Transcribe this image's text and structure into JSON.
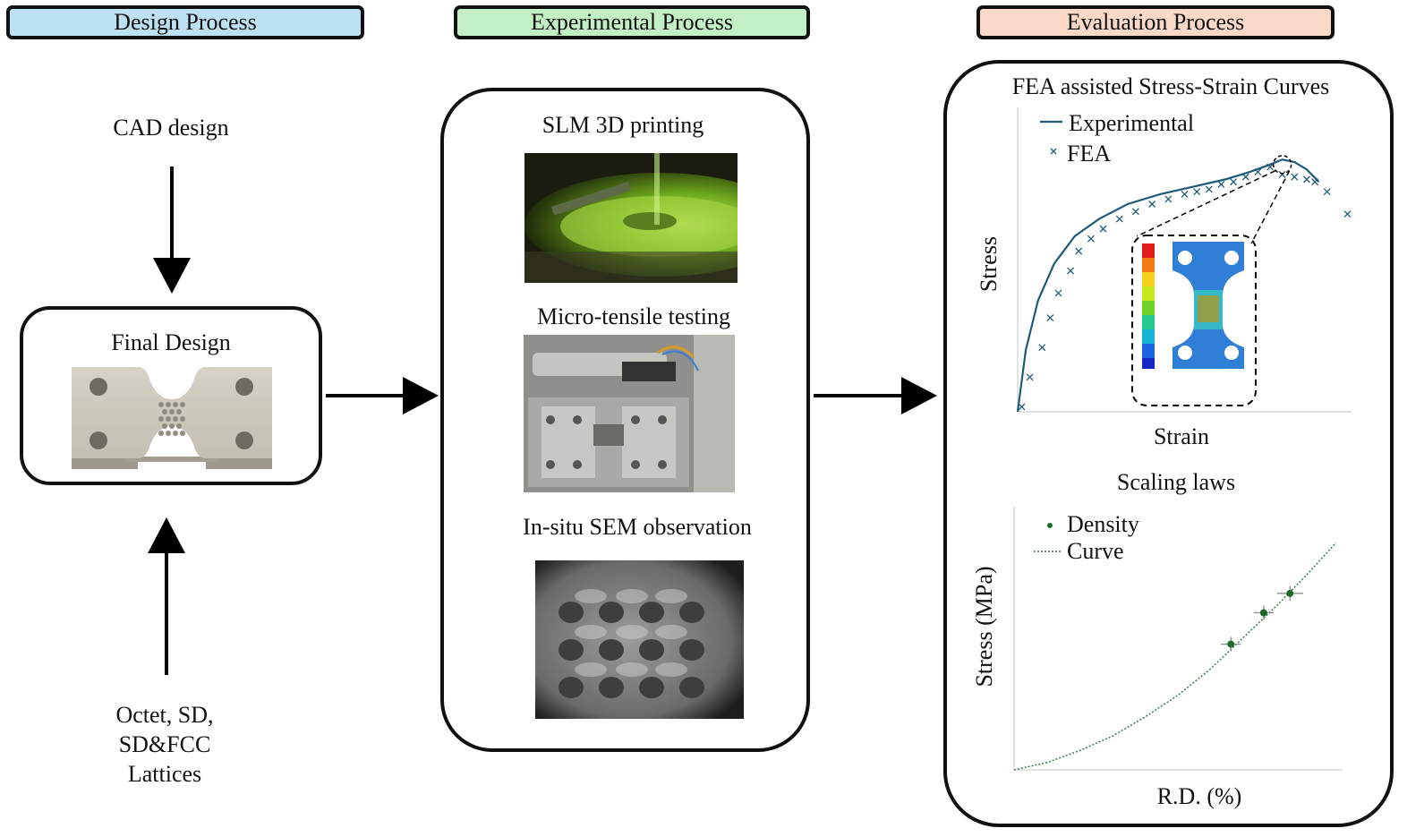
{
  "headers": {
    "design": "Design Process",
    "experimental": "Experimental Process",
    "evaluation": "Evaluation Process"
  },
  "design": {
    "cad_label": "CAD design",
    "final_design_label": "Final Design",
    "lattices_line1": "Octet, SD,",
    "lattices_line2": "SD&FCC",
    "lattices_line3": "Lattices"
  },
  "experimental": {
    "slm_label": "SLM 3D printing",
    "tensile_label": "Micro-tensile testing",
    "sem_label": "In-situ SEM observation"
  },
  "evaluation": {
    "curves_title": "FEA assisted Stress-Strain Curves",
    "scaling_title": "Scaling laws"
  },
  "colors": {
    "design_header": "#bde0f2",
    "experimental_header": "#c2f0c4",
    "evaluation_header": "#fbd9c9",
    "experimental_line": "#1f5a78",
    "density_marker": "#1d6a2a"
  },
  "chart_data": [
    {
      "type": "line",
      "title": "",
      "xlabel": "Strain",
      "ylabel": "Stress",
      "legend_placement": "top-left",
      "grid": false,
      "series": [
        {
          "name": "Experimental",
          "style": "line",
          "x": [
            0,
            0.02,
            0.05,
            0.09,
            0.14,
            0.2,
            0.27,
            0.35,
            0.43,
            0.51,
            0.57,
            0.62,
            0.65,
            0.68,
            0.71,
            0.74
          ],
          "y": [
            0,
            0.25,
            0.45,
            0.6,
            0.71,
            0.78,
            0.84,
            0.88,
            0.91,
            0.94,
            0.97,
            1.0,
            1.02,
            1.01,
            0.98,
            0.93
          ]
        },
        {
          "name": "FEA",
          "style": "marker-x",
          "x": [
            0.01,
            0.03,
            0.06,
            0.08,
            0.1,
            0.13,
            0.15,
            0.18,
            0.21,
            0.25,
            0.29,
            0.33,
            0.37,
            0.41,
            0.44,
            0.47,
            0.5,
            0.53,
            0.56,
            0.59,
            0.62,
            0.65,
            0.68,
            0.71,
            0.73,
            0.76,
            0.81
          ],
          "y": [
            0.02,
            0.14,
            0.26,
            0.38,
            0.48,
            0.57,
            0.65,
            0.7,
            0.74,
            0.78,
            0.81,
            0.84,
            0.86,
            0.88,
            0.89,
            0.9,
            0.92,
            0.93,
            0.95,
            0.97,
            0.99,
            0.96,
            0.95,
            0.94,
            0.93,
            0.89,
            0.8
          ]
        }
      ]
    },
    {
      "type": "scatter",
      "title": "",
      "xlabel": "R.D. (%)",
      "ylabel": "Stress (MPa)",
      "legend_placement": "top-left",
      "grid": false,
      "series": [
        {
          "name": "Density",
          "style": "marker-dot",
          "x": [
            0.66,
            0.76,
            0.84
          ],
          "y": [
            0.52,
            0.65,
            0.73
          ],
          "x_err": [
            0.03,
            0.03,
            0.04
          ],
          "y_err": [
            0.03,
            0.03,
            0.03
          ]
        },
        {
          "name": "Curve",
          "style": "dotted-line",
          "x": [
            0,
            0.1,
            0.2,
            0.3,
            0.4,
            0.5,
            0.6,
            0.7,
            0.8,
            0.9,
            0.98
          ],
          "y": [
            0,
            0.03,
            0.08,
            0.14,
            0.22,
            0.31,
            0.42,
            0.55,
            0.68,
            0.82,
            0.94
          ]
        }
      ]
    }
  ]
}
